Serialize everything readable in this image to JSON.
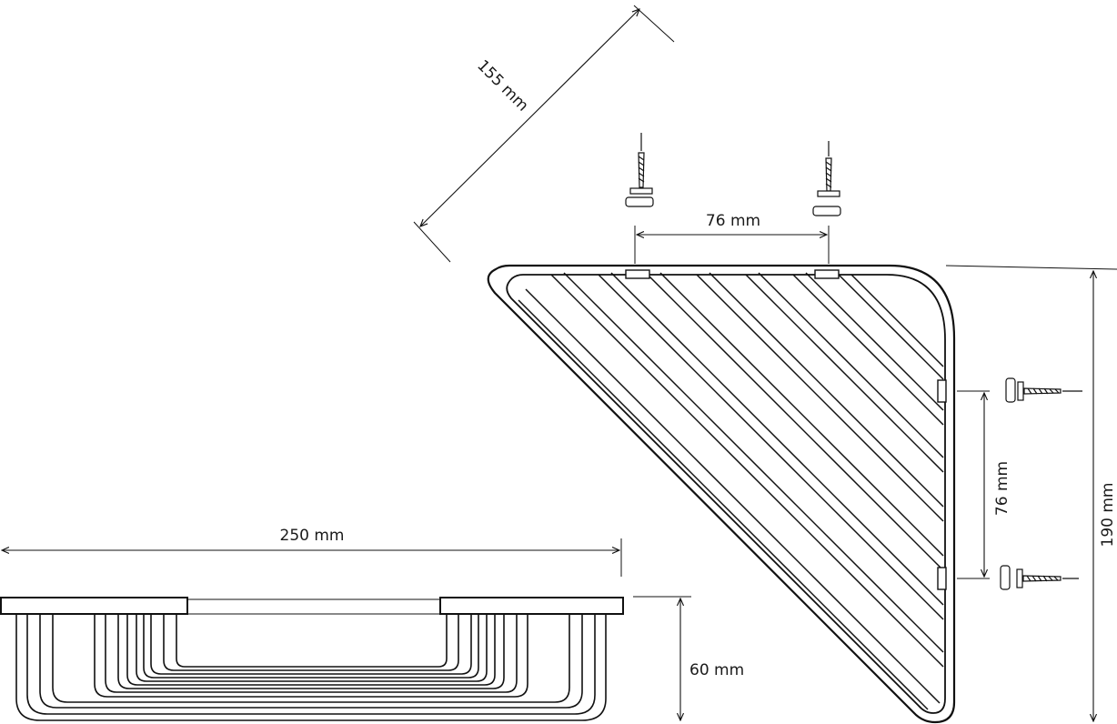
{
  "dimensions": {
    "depth_diagonal": "155 mm",
    "screw_spacing_top": "76 mm",
    "screw_spacing_side": "76 mm",
    "side_length": "190 mm",
    "front_width": "250 mm",
    "height": "60 mm"
  },
  "colors": {
    "line": "#111111",
    "background": "#ffffff"
  }
}
